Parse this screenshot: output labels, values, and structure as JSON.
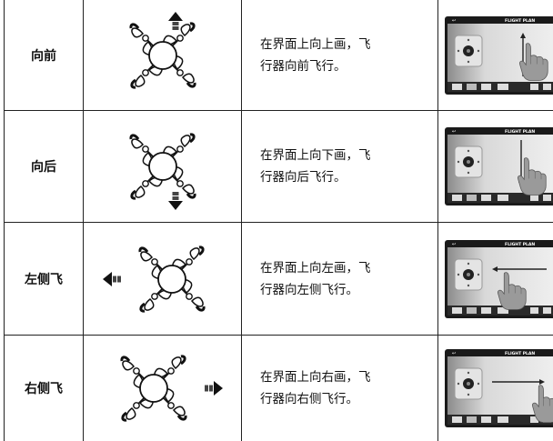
{
  "rows": [
    {
      "name": "向前",
      "desc_line1": "在界面上向上画，飞",
      "desc_line2": "行器向前飞行。",
      "arrow": "up",
      "screen_title": "FLIGHT PLAN"
    },
    {
      "name": "向后",
      "desc_line1": "在界面上向下画，飞",
      "desc_line2": "行器向后飞行。",
      "arrow": "down",
      "screen_title": "FLIGHT PLAN"
    },
    {
      "name": "左侧飞",
      "desc_line1": "在界面上向左画，飞",
      "desc_line2": "行器向左侧飞行。",
      "arrow": "left",
      "screen_title": "FLIGHT PLAN"
    },
    {
      "name": "右侧飞",
      "desc_line1": "在界面上向右画，飞",
      "desc_line2": "行器向右侧飞行。",
      "arrow": "right",
      "screen_title": "FLIGHT PLAN"
    }
  ]
}
